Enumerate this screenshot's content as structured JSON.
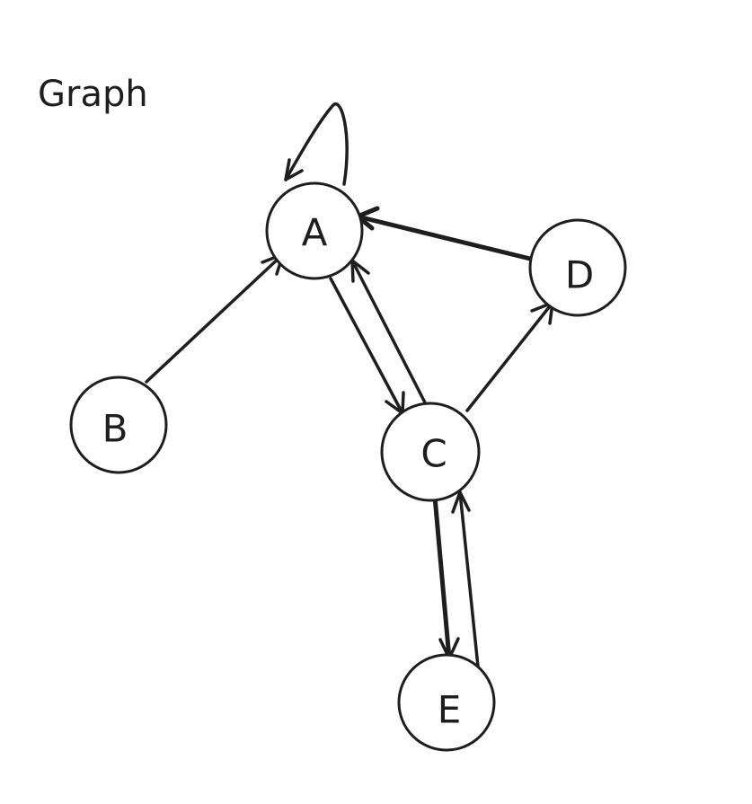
{
  "title": "Graph",
  "nodes": [
    {
      "id": "A",
      "label": "A"
    },
    {
      "id": "B",
      "label": "B"
    },
    {
      "id": "C",
      "label": "C"
    },
    {
      "id": "D",
      "label": "D"
    },
    {
      "id": "E",
      "label": "E"
    }
  ],
  "edges": [
    {
      "from": "A",
      "to": "A"
    },
    {
      "from": "B",
      "to": "A"
    },
    {
      "from": "D",
      "to": "A"
    },
    {
      "from": "A",
      "to": "C"
    },
    {
      "from": "C",
      "to": "A"
    },
    {
      "from": "C",
      "to": "D"
    },
    {
      "from": "C",
      "to": "E"
    },
    {
      "from": "E",
      "to": "C"
    }
  ],
  "colors": {
    "ink": "#1e1e1e",
    "background": "#ffffff"
  }
}
